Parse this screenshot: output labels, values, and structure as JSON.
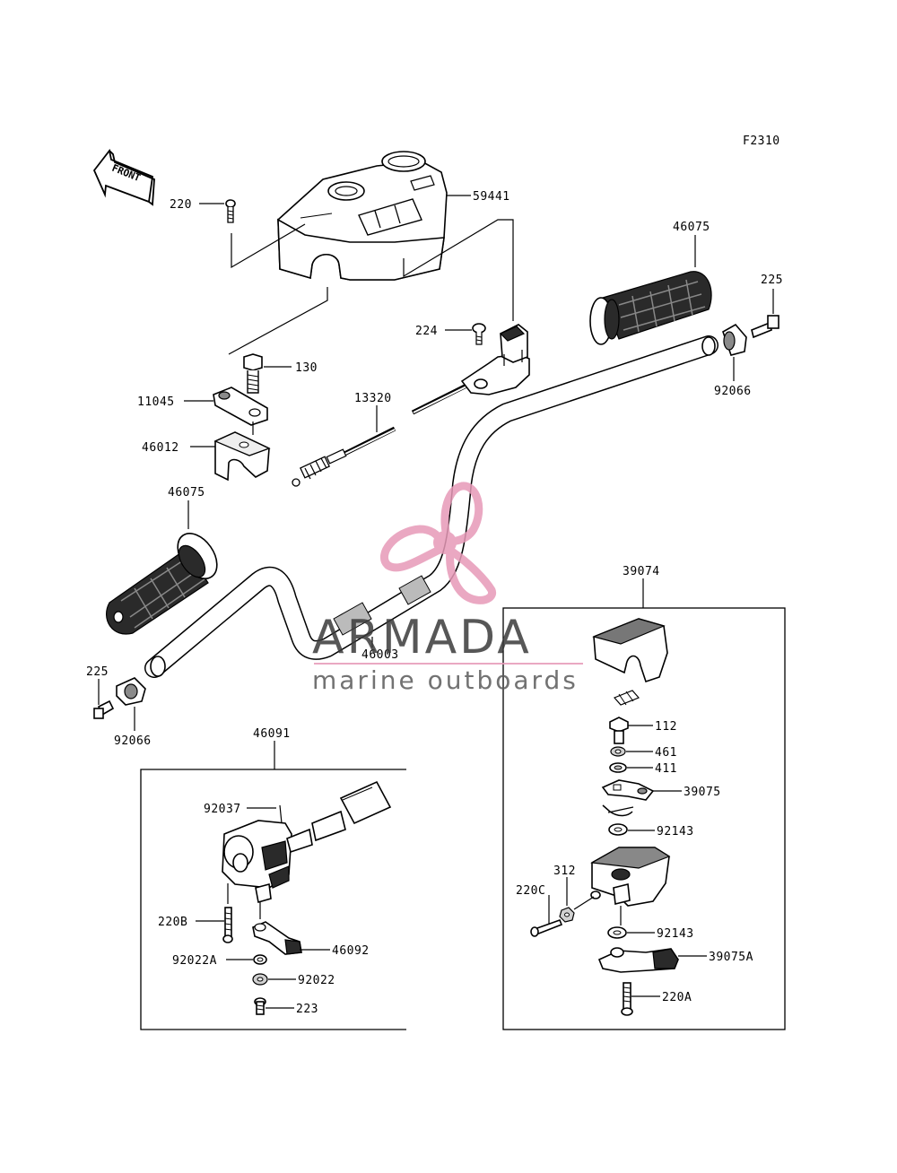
{
  "figure_code": "F2310",
  "front_label": "FRONT",
  "watermark": {
    "title": "ARMADA",
    "subtitle": "marine outboards",
    "logo": "propeller-logo",
    "color": "#e79ab8"
  },
  "labels": {
    "p59441": "59441",
    "p220": "220",
    "p46075_r": "46075",
    "p225_r": "225",
    "p224": "224",
    "p130": "130",
    "p11045": "11045",
    "p13320": "13320",
    "p92066_r": "92066",
    "p46012": "46012",
    "p46075_l": "46075",
    "p39074": "39074",
    "p225_l": "225",
    "p46003": "46003",
    "p92066_l": "92066",
    "p112": "112",
    "p46091": "46091",
    "p461": "461",
    "p411": "411",
    "p39075": "39075",
    "p92037": "92037",
    "p92143_a": "92143",
    "p312": "312",
    "p220C": "220C",
    "p220B": "220B",
    "p92143_b": "92143",
    "p46092": "46092",
    "p92022A": "92022A",
    "p39075A": "39075A",
    "p92022": "92022",
    "p220A": "220A",
    "p223": "223"
  }
}
